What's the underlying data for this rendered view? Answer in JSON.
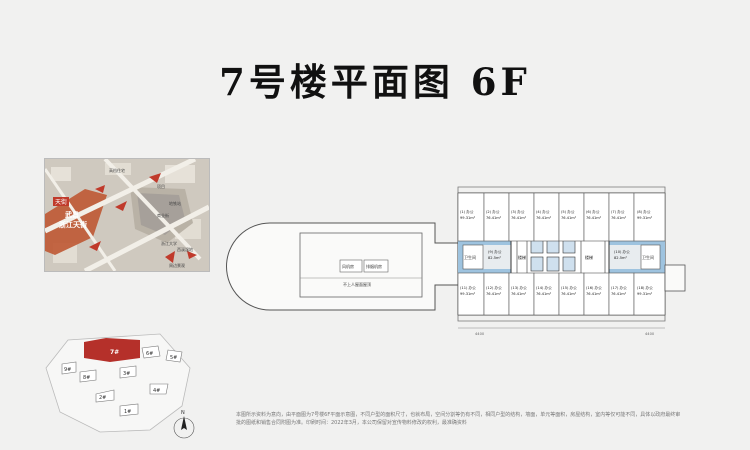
{
  "page": {
    "title": "7号楼平面图 6F"
  },
  "location_map": {
    "labels": [
      "天街",
      "武昌",
      "浙江天街",
      "高档住宅",
      "项目",
      "地铁站",
      "商业街",
      "浙江大学",
      "西溪湿地",
      "周边景观"
    ]
  },
  "floor_plan": {
    "units": [
      {
        "label": "(1) 办公",
        "area": "99.31m²"
      },
      {
        "label": "(2) 办公",
        "area": "76.41m²"
      },
      {
        "label": "(3) 办公",
        "area": "76.41m²"
      },
      {
        "label": "(4) 办公",
        "area": "76.41m²"
      },
      {
        "label": "(5) 办公",
        "area": "76.41m²"
      },
      {
        "label": "(6) 办公",
        "area": "76.41m²"
      },
      {
        "label": "(7) 办公",
        "area": "76.41m²"
      },
      {
        "label": "(8) 办公",
        "area": "99.31m²"
      },
      {
        "label": "(9) 办公",
        "area": "82.5m²"
      },
      {
        "label": "(10) 办公",
        "area": "82.5m²"
      },
      {
        "label": "(11) 办公",
        "area": "99.31m²"
      },
      {
        "label": "(12) 办公",
        "area": "76.41m²"
      },
      {
        "label": "(13) 办公",
        "area": "76.41m²"
      },
      {
        "label": "(14) 办公",
        "area": "76.41m²"
      },
      {
        "label": "(15) 办公",
        "area": "76.41m²"
      },
      {
        "label": "(16) 办公",
        "area": "76.41m²"
      },
      {
        "label": "(17) 办公",
        "area": "76.41m²"
      },
      {
        "label": "(18) 办公",
        "area": "99.31m²"
      }
    ],
    "rooms": {
      "stair": "楼梯",
      "toilet_left": "卫生间",
      "toilet_right": "卫生间",
      "fan_room": "风机房",
      "exhaust_room": "排烟机房",
      "restricted": "不上人屋面屋顶",
      "corridor": "走廊"
    },
    "dimensions": {
      "top_dim": "4400",
      "bottom_dim": "4400"
    }
  },
  "site_plan": {
    "buildings": [
      {
        "name": "7#",
        "highlight": true
      },
      {
        "name": "6#",
        "highlight": false
      },
      {
        "name": "5#",
        "highlight": false
      },
      {
        "name": "9#",
        "highlight": false
      },
      {
        "name": "8#",
        "highlight": false
      },
      {
        "name": "3#",
        "highlight": false
      },
      {
        "name": "4#",
        "highlight": false
      },
      {
        "name": "2#",
        "highlight": false
      },
      {
        "name": "1#",
        "highlight": false
      }
    ],
    "highlight_color": "#b5302a"
  },
  "compass": {
    "label": "N"
  },
  "footnote": {
    "line1": "本图所示资料为意向，由平面图为7号楼6F平面示意图，不同户型的面积尺寸，也就布局，空间分割等仍有不同，相同户型的结构，墙面，单元等面积，房屋结构，室内等仅可能不同，具体以政府最终审",
    "line2": "批的图纸和销售合同附图为准。印刷时间：2022年3月，本公司保留对宣传物料修改的权利，最准确资料"
  }
}
